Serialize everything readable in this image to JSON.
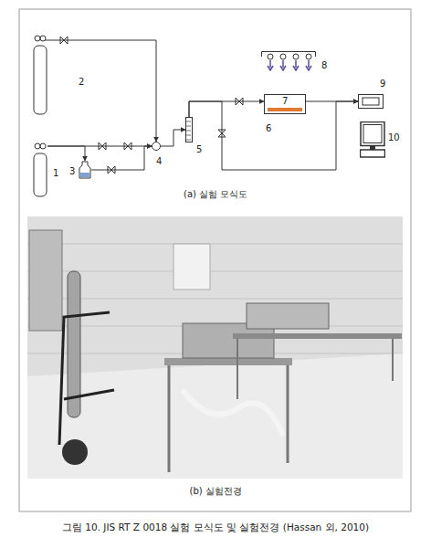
{
  "diagram": {
    "caption": "그림 10. JIS RT Z 0018 실험 모식도 및 실험전경 (Hassan 외, 2010)",
    "nodes": [
      {
        "text": [
          "2"
        ]
      },
      {
        "text": [
          "1"
        ]
      },
      {
        "text": [
          "3"
        ]
      },
      {
        "text": [
          "4"
        ]
      },
      {
        "text": [
          "5"
        ]
      },
      {
        "text": [
          "8"
        ]
      },
      {
        "text": [
          "6"
        ]
      },
      {
        "text": [
          "7"
        ],
        "in": 6
      },
      {
        "text": [
          "9"
        ]
      },
      {
        "text": [
          "10"
        ]
      }
    ],
    "edges": [
      {
        "from": 0,
        "to": 3,
        "arrow": "to"
      },
      {
        "from": 1,
        "to": 3,
        "arrow": "to"
      },
      {
        "from": 1,
        "to": 2,
        "arrow": "to"
      },
      {
        "from": 2,
        "to": 3,
        "arrow": "to"
      },
      {
        "from": 3,
        "to": 4,
        "arrow": "to"
      },
      {
        "from": 4,
        "to": 6,
        "arrow": "to"
      },
      {
        "from": 4,
        "to": 8,
        "arrow": "to"
      },
      {
        "from": 6,
        "to": 8,
        "arrow": "to"
      }
    ],
    "labels": [
      "(a) 실험 모식도",
      "(b) 실험전경"
    ]
  }
}
